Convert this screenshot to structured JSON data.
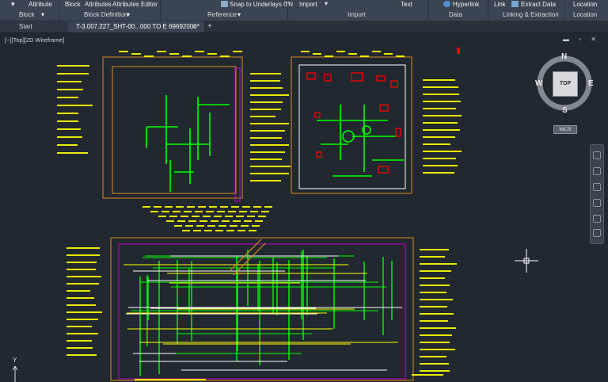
{
  "ribbon": {
    "attribute_label": "Attribute",
    "block_label": "Block",
    "attributes_label": "Attributes",
    "attributes_editor_label": "Attributes Editor",
    "block_section_label": "Block",
    "block_definition_section_label": "Block Definition",
    "snap_to_underlays_label": "Snap to Underlays ON",
    "import_label": "Import",
    "reference_section_label": "Reference",
    "import_section_label": "Import",
    "text_label": "Text",
    "hyperlink_label": "Hyperlink",
    "data_section_label": "Data",
    "link_label": "Link",
    "extract_data_label": "Extract  Data",
    "linking_extraction_section_label": "Linking & Extraction",
    "location_label": "Location",
    "location_section_label": "Location"
  },
  "tabs": {
    "start_label": "Start",
    "doc_label": "T-3.007.227_SHT-00...000 TO E 69692000*",
    "close_glyph": "×",
    "add_glyph": "+"
  },
  "viewport": {
    "view_label": "[−][Top][2D Wireframe]",
    "window_controls": "▬ ▫ ✕",
    "ucs_y_label": "Y"
  },
  "viewcube": {
    "face_label": "TOP",
    "north": "N",
    "south": "S",
    "east": "E",
    "west": "W",
    "wcs_label": "WCS"
  },
  "colors": {
    "background": "#212830",
    "ribbon_bg": "#3b4453",
    "cad_yellow": "#ffff00",
    "cad_green": "#00ff00",
    "cad_red": "#ff0000",
    "cad_orange": "#d98c1e",
    "cad_magenta": "#c800c8",
    "cad_white": "#ffffff"
  }
}
